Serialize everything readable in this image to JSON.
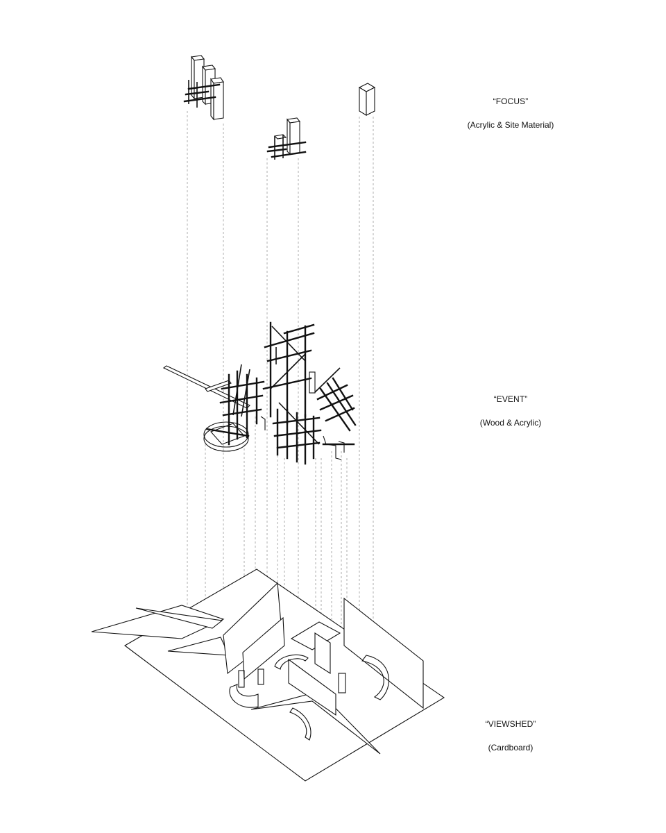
{
  "layers": [
    {
      "title": "“FOCUS”",
      "material": "(Acrylic & Site Material)"
    },
    {
      "title": "“EVENT”",
      "material": "(Wood & Acrylic)"
    },
    {
      "title": "“VIEWSHED”",
      "material": "(Cardboard)"
    }
  ]
}
